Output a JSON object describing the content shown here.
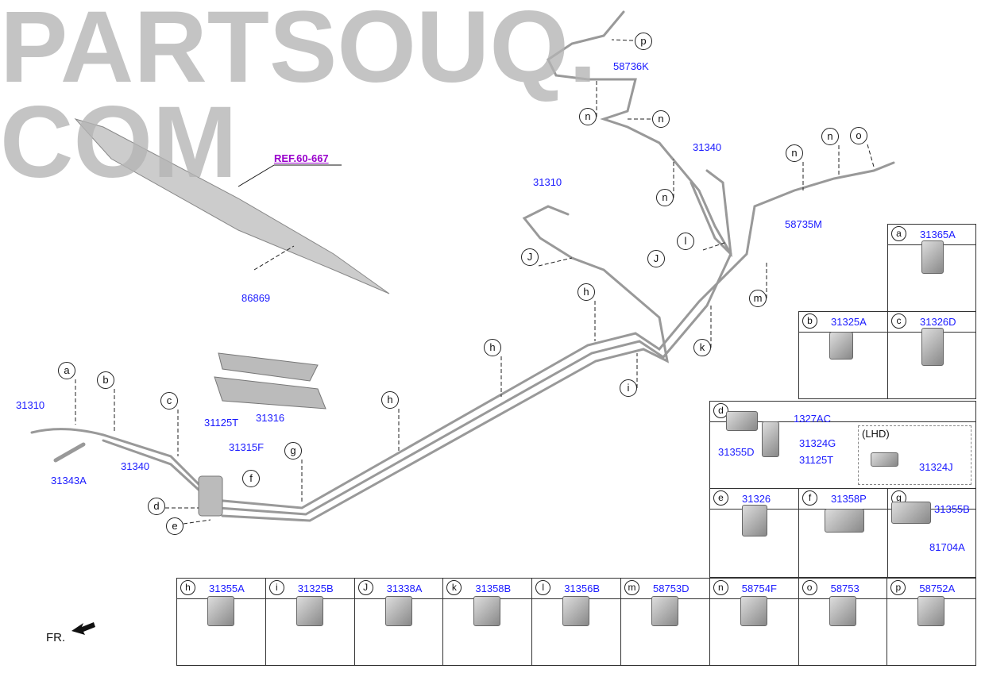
{
  "watermark": "PARTSOUQ.COM",
  "ref_label": "REF.60-667",
  "fr_label": "FR.",
  "part_labels": [
    "58736K",
    "31340",
    "31310",
    "58735M",
    "86869",
    "31310",
    "31343A",
    "31340",
    "31125T",
    "31316",
    "31315F"
  ],
  "callouts": [
    "p",
    "n",
    "n",
    "n",
    "n",
    "n",
    "o",
    "l",
    "J",
    "J",
    "h",
    "h",
    "h",
    "m",
    "k",
    "i",
    "a",
    "b",
    "c",
    "g",
    "f",
    "d",
    "e"
  ],
  "panels": [
    {
      "letter": "a",
      "part": "31365A"
    },
    {
      "letter": "b",
      "part": "31325A"
    },
    {
      "letter": "c",
      "part": "31326D"
    },
    {
      "letter": "d",
      "part": "",
      "sub": [
        "1327AC",
        "31324G",
        "31355D",
        "31125T",
        "31324J"
      ],
      "note": "(LHD)"
    },
    {
      "letter": "e",
      "part": "31326"
    },
    {
      "letter": "f",
      "part": "31358P"
    },
    {
      "letter": "g",
      "part": "",
      "sub": [
        "31355B",
        "81704A"
      ]
    },
    {
      "letter": "h",
      "part": "31355A"
    },
    {
      "letter": "i",
      "part": "31325B"
    },
    {
      "letter": "J",
      "part": "31338A"
    },
    {
      "letter": "k",
      "part": "31358B"
    },
    {
      "letter": "l",
      "part": "31356B"
    },
    {
      "letter": "m",
      "part": "58753D"
    },
    {
      "letter": "n",
      "part": "58754F"
    },
    {
      "letter": "o",
      "part": "58753"
    },
    {
      "letter": "p",
      "part": "58752A"
    }
  ]
}
